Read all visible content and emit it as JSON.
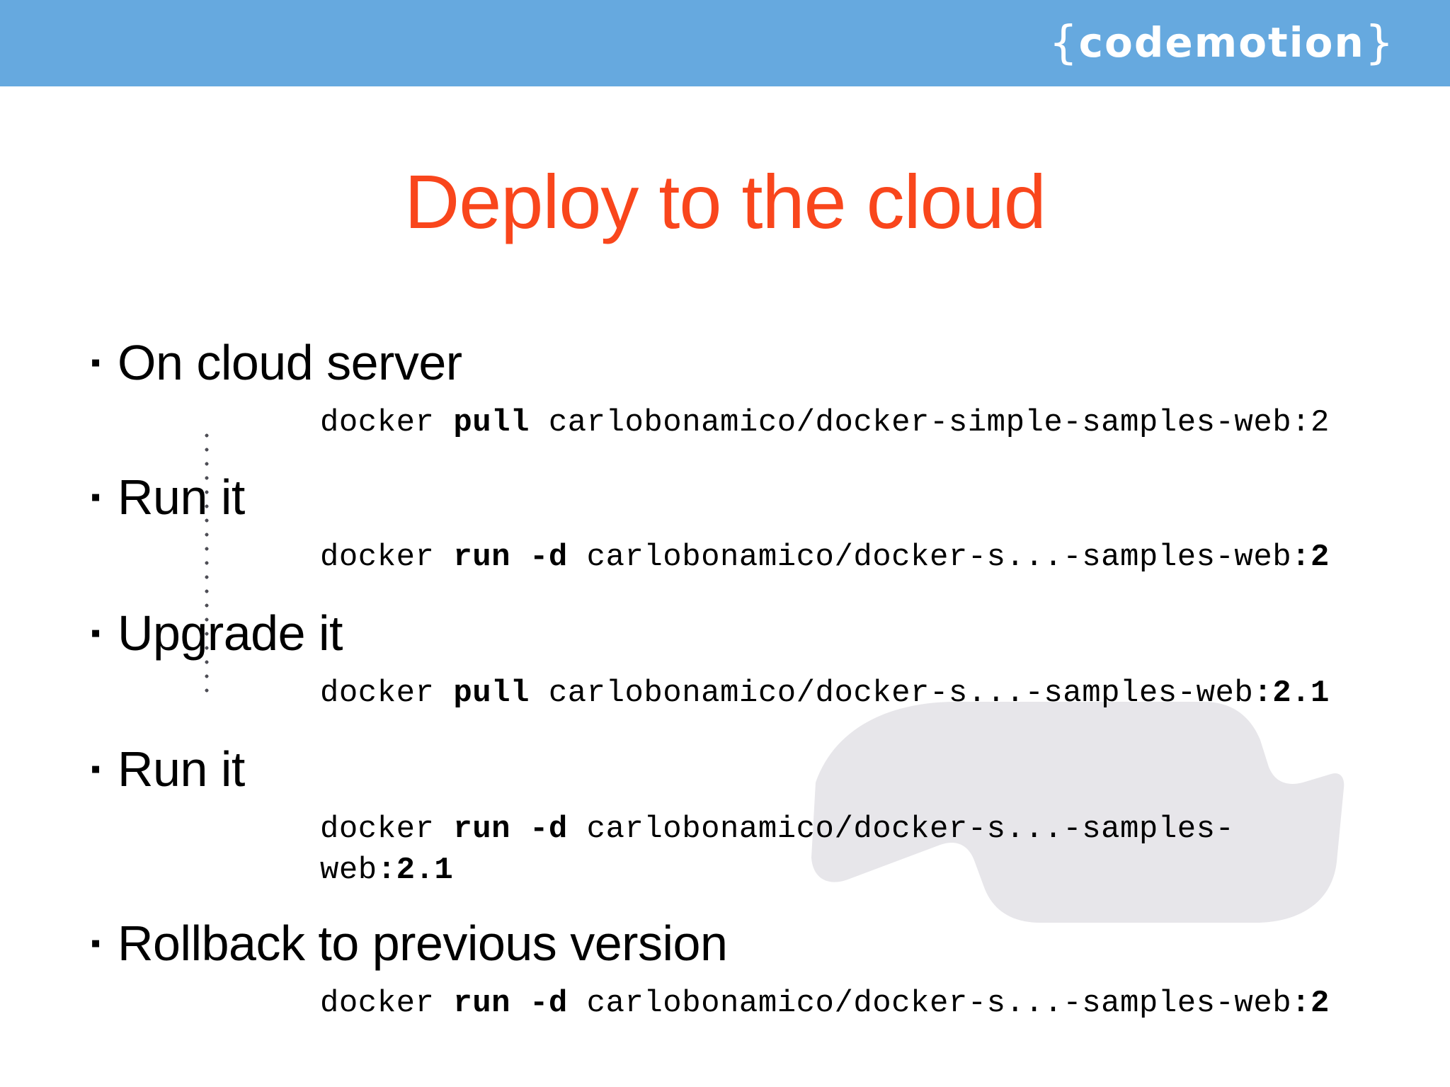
{
  "header": {
    "background_color": "#66a9df",
    "logo": {
      "name": "codemotion-logo",
      "open_brace": "{",
      "word": "codemotion",
      "close_brace": "}",
      "full_text": "{codemotion}",
      "color": "#ffffff"
    }
  },
  "title": {
    "text": "Deploy to the cloud",
    "color": "#f9461c"
  },
  "bullet_marker": "▪",
  "decorations": {
    "watermark_color": "#e7e6ea",
    "dotted_guide_color": "#4d4d55"
  },
  "body": {
    "items": [
      {
        "bullet": "On cloud server",
        "code": {
          "pre": "docker ",
          "cmd": "pull",
          "mid": " carlobonamico/docker-simple-samples-web:2",
          "tag": "",
          "full": "docker pull carlobonamico/docker-simple-samples-web:2"
        }
      },
      {
        "bullet": "Run it",
        "code": {
          "pre": "docker ",
          "cmd": "run -d",
          "mid": " carlobonamico/docker-s...-samples-web",
          "tag": ":2",
          "full": "docker run -d carlobonamico/docker-s...-samples-web:2"
        }
      },
      {
        "bullet": "Upgrade it",
        "code": {
          "pre": "docker ",
          "cmd": "pull",
          "mid": " carlobonamico/docker-s...-samples-web",
          "tag": ":2.1",
          "full": "docker pull carlobonamico/docker-s...-samples-web:2.1"
        }
      },
      {
        "bullet": "Run it",
        "code": {
          "pre": "docker ",
          "cmd": "run -d",
          "mid": " carlobonamico/docker-s...-samples-web",
          "tag": ":2.1",
          "full": "docker run -d carlobonamico/docker-s...-samples-web:2.1"
        }
      },
      {
        "bullet": "Rollback to previous version",
        "code": {
          "pre": "docker ",
          "cmd": "run -d",
          "mid": " carlobonamico/docker-s...-samples-web",
          "tag": ":2",
          "full": "docker run -d carlobonamico/docker-s...-samples-web:2"
        }
      }
    ]
  }
}
